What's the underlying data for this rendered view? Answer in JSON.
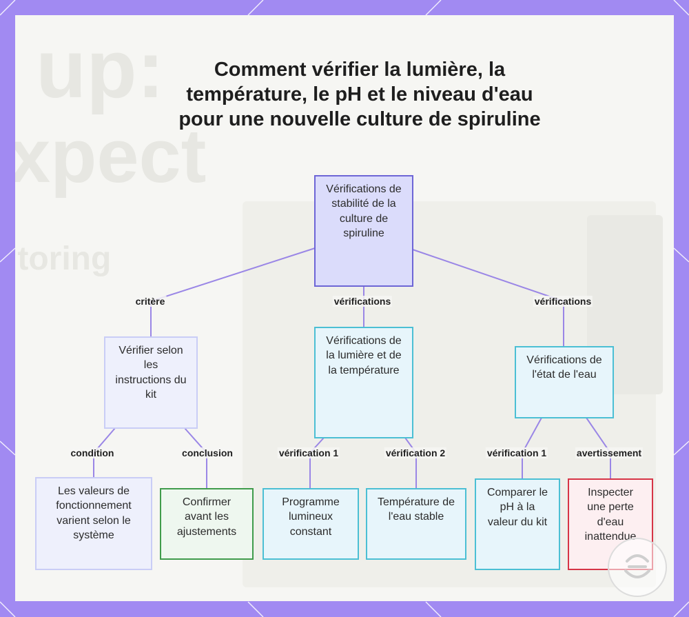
{
  "title": "Comment vérifier la lumière, la température, le pH et le niveau d'eau pour une nouvelle culture de spiruline",
  "background": {
    "words": [
      "up:",
      "xpect",
      "itoring"
    ]
  },
  "colors": {
    "frame": "#a18af2",
    "edge": "#9a86e6",
    "root_fill": "#dbdcfb",
    "cyan_border": "#4bbfd4",
    "green_border": "#3f9b4b",
    "red_border": "#d63446"
  },
  "nodes": {
    "root": "Vérifications de stabilité de la culture de spiruline",
    "instructions": "Vérifier selon les instructions du kit",
    "light_temp": "Vérifications de la lumière et de la température",
    "water_state": "Vérifications de l'état de l'eau",
    "values_vary": "Les valeurs de fonctionnement varient selon le système",
    "confirm": "Confirmer avant les ajustements",
    "light_program": "Programme lumineux constant",
    "water_temp": "Température de l'eau stable",
    "compare_ph": "Comparer le pH à la valeur du kit",
    "water_loss": "Inspecter une perte d'eau inattendue"
  },
  "edges": {
    "critere": "critère",
    "verifications_a": "vérifications",
    "verifications_b": "vérifications",
    "condition": "condition",
    "conclusion": "conclusion",
    "verification1_a": "vérification 1",
    "verification2": "vérification 2",
    "verification1_b": "vérification 1",
    "avertissement": "avertissement"
  },
  "icons": {
    "stamp": "recycle-stamp-icon"
  }
}
